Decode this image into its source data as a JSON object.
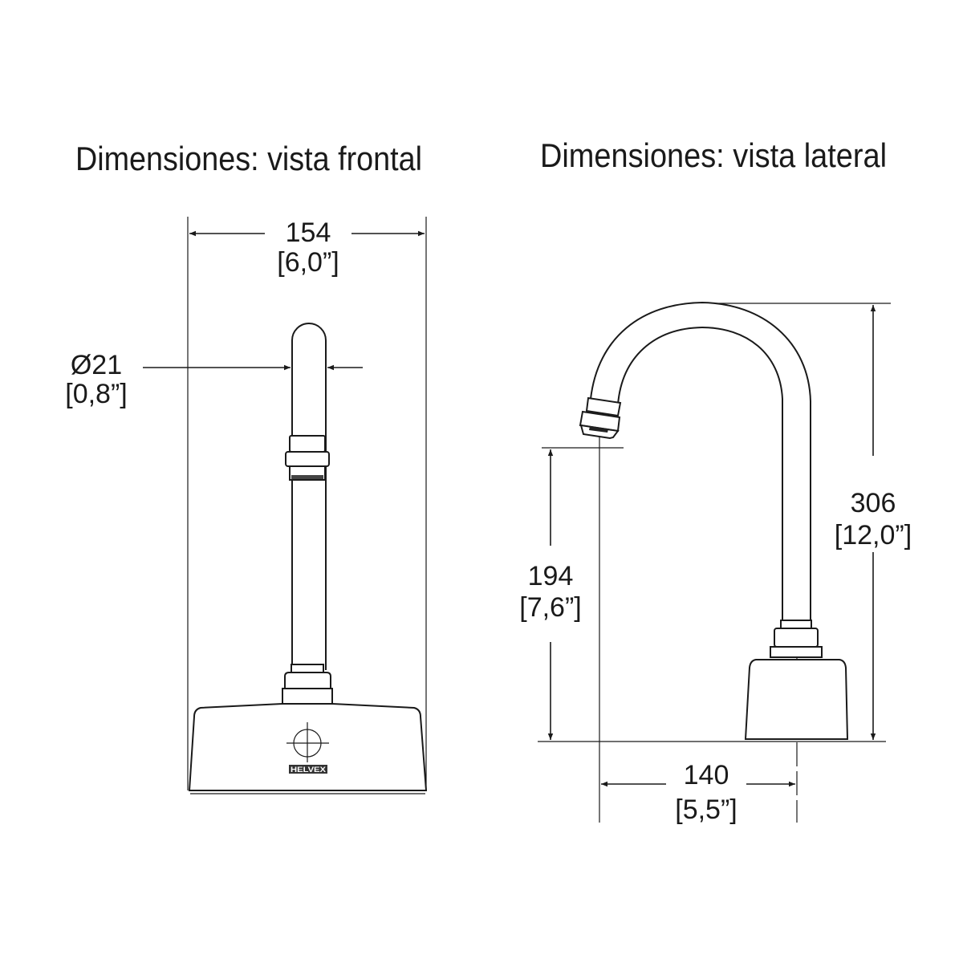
{
  "front_view": {
    "title": "Dimensiones: vista frontal",
    "width_mm": "154",
    "width_in": "[6,0”]",
    "diameter_mm": "Ø21",
    "diameter_in": "[0,8”]",
    "logo_text": "HELVEX"
  },
  "side_view": {
    "title": "Dimensiones: vista lateral",
    "height_mm": "306",
    "height_in": "[12,0”]",
    "spout_height_mm": "194",
    "spout_height_in": "[7,6”]",
    "reach_mm": "140",
    "reach_in": "[5,5”]"
  }
}
